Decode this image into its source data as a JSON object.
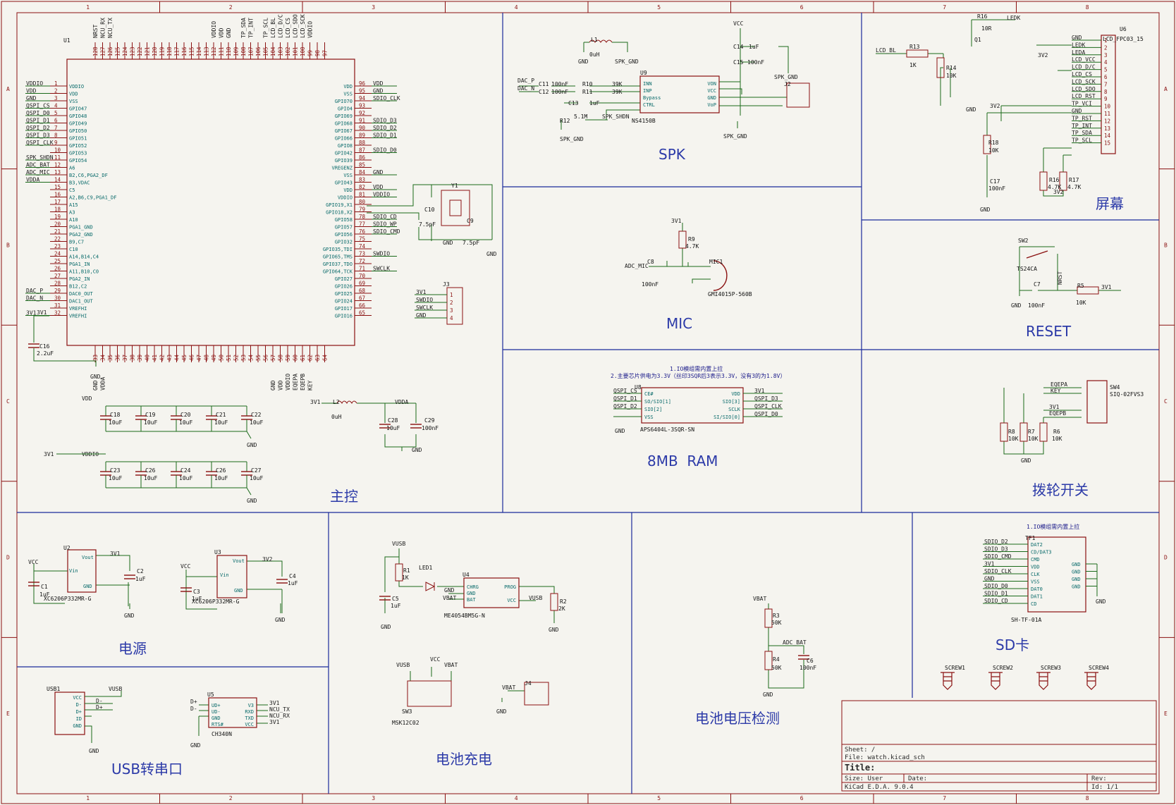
{
  "frame": {
    "cols": [
      "1",
      "2",
      "3",
      "4",
      "5",
      "6",
      "7",
      "8"
    ],
    "rows": [
      "A",
      "B",
      "C",
      "D",
      "E"
    ]
  },
  "sections": {
    "main": "主控",
    "spk": "SPK",
    "screen": "屏幕",
    "mic": "MIC",
    "reset": "RESET",
    "ram": "8MB  RAM",
    "wheel": "拨轮开关",
    "power": "电源",
    "usb": "USB转串口",
    "charge": "电池充电",
    "vbat": "电池电压检测",
    "sd": "SD卡"
  },
  "mcu": {
    "ref": "U1",
    "left_nets": [
      "VDDIO",
      "VDD",
      "GND",
      "QSPI_CS",
      "QSPI_D0",
      "QSPI_D1",
      "QSPI_D2",
      "QSPI_D3",
      "QSPI_CLK",
      "",
      "SPK_SHDN",
      "ADC_BAT",
      "ADC_MIC",
      "VDDA",
      "",
      "",
      "",
      "",
      "",
      "",
      "",
      "",
      "",
      "",
      "",
      "",
      "",
      "",
      "DAC_P",
      "DAC_N",
      "",
      "3V1"
    ],
    "left_pins": [
      "VDDIO",
      "VDD",
      "VSS",
      "GPIO47",
      "GPIO48",
      "GPIO49",
      "GPIO50",
      "GPIO51",
      "GPIO52",
      "GPIO53",
      "GPIO54",
      "A6",
      "B2,C6,PGA2_DF",
      "B3,VDAC",
      "C5",
      "A2,B6,C9,PGA1_DF",
      "A15",
      "A3",
      "A10",
      "PGA1_GND",
      "PGA2_GND",
      "B9,C7",
      "C10",
      "A14,B14,C4",
      "PGA1_IN",
      "A11,B10,C0",
      "PGA2_IN",
      "B12,C2",
      "DAC0_OUT",
      "DAC1_OUT",
      "VREFHI",
      "VREFHI"
    ],
    "left_nums": [
      "1",
      "2",
      "3",
      "4",
      "5",
      "6",
      "7",
      "8",
      "9",
      "10",
      "11",
      "12",
      "13",
      "14",
      "15",
      "16",
      "17",
      "18",
      "19",
      "20",
      "21",
      "22",
      "23",
      "24",
      "25",
      "26",
      "27",
      "28",
      "29",
      "30",
      "31",
      "32"
    ],
    "right_pins": [
      "VDD",
      "VSS",
      "GPIO70",
      "GPIO4",
      "GPIO69",
      "GPIO68",
      "GPIO67",
      "GPIO66",
      "GPIO8",
      "GPIO42",
      "GPIO39",
      "VREGENZ",
      "VSS",
      "GPIO43",
      "VDD",
      "VDDIO",
      "GPIO19,X1",
      "GPIO18,X2",
      "GPIO58",
      "GPIO57",
      "GPIO56",
      "GPIO32",
      "GPIO35,TDI",
      "GPIO65,TMS",
      "GPIO37,TDO",
      "GPIO64,TCK",
      "GPIO27",
      "GPIO26",
      "GPIO25",
      "GPIO24",
      "GPIO17",
      "GPIO16"
    ],
    "right_nums": [
      "96",
      "95",
      "94",
      "93",
      "92",
      "91",
      "90",
      "89",
      "88",
      "87",
      "86",
      "85",
      "84",
      "83",
      "82",
      "81",
      "80",
      "79",
      "78",
      "77",
      "76",
      "75",
      "74",
      "73",
      "72",
      "71",
      "70",
      "69",
      "68",
      "67",
      "66",
      "65"
    ],
    "right_nets": [
      "VDD",
      "GND",
      "SDIO_CLK",
      "",
      "",
      "SDIO_D3",
      "SDIO_D2",
      "SDIO_D1",
      "",
      "SDIO_D0",
      "",
      "",
      "GND",
      "",
      "VDD",
      "VDDIO",
      "",
      "",
      "SDIO_CD",
      "SDIO_WP",
      "SDIO_CMD",
      "",
      "",
      "SWDIO",
      "",
      "SWCLK",
      "",
      "",
      "",
      "",
      "",
      ""
    ],
    "top_nums": [
      "128",
      "127",
      "126",
      "125",
      "124",
      "123",
      "122",
      "121",
      "120",
      "119",
      "118",
      "117",
      "116",
      "115",
      "114",
      "113",
      "112",
      "111",
      "110",
      "109",
      "108",
      "107",
      "106",
      "105",
      "104",
      "103",
      "102",
      "101",
      "100",
      "99",
      "98",
      "97"
    ],
    "top_nets": [
      "NRST",
      "NCU_RX",
      "NCU_TX",
      "",
      "",
      "",
      "",
      "",
      "",
      "",
      "",
      "",
      "",
      "",
      "",
      "",
      "VDDIO",
      "VDD",
      "GND",
      "",
      "TP_SDA",
      "TP_INT",
      "",
      "TP_SCL",
      "LCD_BL",
      "LCD_D/C",
      "LCD_CS",
      "LCD_SDO",
      "LCD_SCK",
      "VDDIO",
      "",
      ""
    ],
    "bottom_nums": [
      "33",
      "34",
      "35",
      "36",
      "37",
      "38",
      "39",
      "40",
      "41",
      "42",
      "43",
      "44",
      "45",
      "46",
      "47",
      "48",
      "49",
      "50",
      "51",
      "52",
      "53",
      "54",
      "55",
      "56",
      "57",
      "58",
      "59",
      "60",
      "61",
      "62",
      "63",
      "64"
    ],
    "bottom_nets": [
      "GND",
      "VDDA",
      "",
      "",
      "",
      "",
      "",
      "",
      "",
      "",
      "",
      "",
      "",
      "",
      "",
      "",
      "",
      "",
      "",
      "",
      "",
      "",
      "",
      "",
      "GND",
      "VDD",
      "VDDIO",
      "EQEPA",
      "EQEPB",
      "KEY",
      "",
      ""
    ]
  },
  "decoupling": {
    "row1_net": "VDD",
    "row1": [
      "C18",
      "C19",
      "C20",
      "C21",
      "C22"
    ],
    "row1_val": "10uF",
    "row2_net": "VDDIO",
    "row2_src": "3V1",
    "row2": [
      "C23",
      "C26",
      "C24",
      "C26",
      "C27"
    ],
    "row2_val": "10uF",
    "gnd": "GND"
  },
  "vdda": {
    "l": "L2",
    "l_val": "0uH",
    "in": "3V1",
    "out": "VDDA",
    "c1": "C28",
    "c1_val": "10uF",
    "c2": "C29",
    "c2_val": "100nF",
    "gnd": "GND"
  },
  "c16": {
    "ref": "C16",
    "val": "2.2uF",
    "gnd": "GND",
    "net": "3V1"
  },
  "xtal": {
    "ref": "Y1",
    "c1": "C10",
    "c1_val": "7.5pF",
    "c2": "C9",
    "c2_val": "7.5pF",
    "gnd": "GND"
  },
  "swd": {
    "ref": "J3",
    "nets": [
      "3V1",
      "SWDIO",
      "SWCLK",
      "GND"
    ],
    "pins": [
      "1",
      "2",
      "3",
      "4"
    ]
  },
  "spk": {
    "l": "L1",
    "l_val": "0uH",
    "gnd": "GND",
    "spk_gnd": "SPK_GND",
    "vcc": "VCC",
    "c14": "C14",
    "c14_val": "1uF",
    "c15": "C15",
    "c15_val": "100nF",
    "dac_p": "DAC_P",
    "dac_n": "DAC_N",
    "c11": "C11",
    "c11_val": "100nF",
    "c12": "C12",
    "c12_val": "100nF",
    "r10": "R10",
    "r10_val": "39K",
    "r11": "R11",
    "r11_val": "39K",
    "c13": "C13",
    "c13_val": "1uF",
    "r12": "R12",
    "r12_val": "5.1M",
    "shdn": "SPK_SHDN",
    "u": "U9",
    "u_val": "NS4150B",
    "pins_l": [
      "INN",
      "INP",
      "Bypass",
      "CTRL"
    ],
    "pins_r": [
      "VON",
      "VCC",
      "GND",
      "VoP"
    ],
    "j": "J2"
  },
  "mic": {
    "net": "3V1",
    "r": "R9",
    "r_val": "4.7K",
    "adc": "ADC_MIC",
    "c": "C8",
    "c_val": "100nF",
    "ref": "MIC1",
    "val": "GMI4015P-560B"
  },
  "ram": {
    "note1": "1.IO模组需内置上拉",
    "note2": "2.主要芯片供电为3.3V（丝印3SQR后3表示3.3V，没有3的为1.8V）",
    "ref": "U8",
    "val": "APS6404L-3SQR-SN",
    "left_nets": [
      "QSPI_CS",
      "QSPI_D1",
      "QSPI_D2",
      "GND"
    ],
    "left_pins": [
      "CE#",
      "SO/SIO[1]",
      "SIO[2]",
      "VSS"
    ],
    "right_nets": [
      "3V1",
      "QSPI_D3",
      "QSPI_CLK",
      "QSPI_D0"
    ],
    "right_pins": [
      "VDD",
      "SIO[3]",
      "SCLK",
      "SI/SIO[0]"
    ]
  },
  "screen": {
    "r16": "R16",
    "r16_val": "10R",
    "ledk": "LEDK",
    "q": "Q1",
    "lcd_bl": "LCD_BL",
    "r13": "R13",
    "r13_val": "1K",
    "r14": "R14",
    "r14_val": "10K",
    "gnd": "GND",
    "r18": "R18",
    "r18_val": "10K",
    "c17": "C17",
    "c17_val": "100nF",
    "r16b": "R16",
    "r16b_val": "4.7K",
    "r17": "R17",
    "r17_val": "4.7K",
    "v": "3V2",
    "conn": "U6",
    "conn_val": "LCD_FPC03_15",
    "pins": [
      "GND",
      "LEDK",
      "LEDA",
      "LCD_VCC",
      "LCD_D/C",
      "LCD_CS",
      "LCD_SCK",
      "LCD_SDO",
      "LCD_RST",
      "TP_VCI",
      "GND",
      "TP_RST",
      "TP_INT",
      "TP_SDA",
      "TP_SCL"
    ]
  },
  "reset": {
    "sw": "SW2",
    "sw_val": "TS24CA",
    "c": "C7",
    "c_val": "100nF",
    "r": "R5",
    "r_val": "10K",
    "net": "3V1",
    "nrst": "NRST",
    "gnd": "GND"
  },
  "wheel": {
    "ref": "SW4",
    "val": "SIQ-02FVS3",
    "nets": [
      "EQEPA",
      "KEY",
      "3V1",
      "EQEPB"
    ],
    "r8": "R8",
    "r7": "R7",
    "r6": "R6",
    "rval": "10K",
    "gnd": "GND"
  },
  "power": {
    "u2": "U2",
    "u3": "U3",
    "part": "XC6206P332MR-G",
    "vcc": "VCC",
    "out1": "3V1",
    "out2": "3V2",
    "c1": "C1",
    "c2": "C2",
    "c3": "C3",
    "c4": "C4",
    "cval": "1uF",
    "vin": "Vin",
    "vout": "Vout",
    "gnd": "GND"
  },
  "usb": {
    "ref": "USB1",
    "vusb": "VUSB",
    "pins": [
      "VCC",
      "D-",
      "D+",
      "ID",
      "GND"
    ],
    "u5": "U5",
    "u5_val": "CH340N",
    "u5_left": [
      "UD+",
      "UD-",
      "GND",
      "RTS#"
    ],
    "u5_right": [
      "V3",
      "RXD",
      "TXD",
      "VCC"
    ],
    "nets_r": [
      "3V1",
      "NCU_TX",
      "NCU_RX",
      "3V1"
    ],
    "dp": "D+",
    "dm": "D-",
    "gnd": "GND"
  },
  "charge": {
    "vusb": "VUSB",
    "r1": "R1",
    "r1_val": "1K",
    "led": "LED1",
    "c5": "C5",
    "c5_val": "1uF",
    "u": "U4",
    "u_val": "ME4054BM5G-N",
    "pins_l": [
      "CHRG",
      "GND",
      "BAT"
    ],
    "pins_r": [
      "PROG",
      "VCC"
    ],
    "vbat": "VBAT",
    "r2": "R2",
    "r2_val": "2K",
    "gnd": "GND",
    "sw": "SW3",
    "sw_val": "MSK12C02",
    "vcc": "VCC",
    "j": "J4"
  },
  "vbat": {
    "net": "VBAT",
    "r3": "R3",
    "r3_val": "50K",
    "r4": "R4",
    "r4_val": "50K",
    "adc": "ADC_BAT",
    "c6": "C6",
    "c6_val": "100nF",
    "gnd": "GND"
  },
  "sd": {
    "note": "1.IO模组需内置上拉",
    "ref": "TF1",
    "val": "SH-TF-01A",
    "nets": [
      "SDIO_D2",
      "SDIO_D3",
      "SDIO_CMD",
      "3V1",
      "SDIO_CLK",
      "GND",
      "SDIO_D0",
      "SDIO_D1",
      "SDIO_CD"
    ],
    "pins": [
      "DAT2",
      "CD/DAT3",
      "CMD",
      "VDD",
      "CLK",
      "VSS",
      "DAT0",
      "DAT1",
      "CD"
    ],
    "gnd": "GND",
    "screws": [
      "SCREW1",
      "SCREW2",
      "SCREW3",
      "SCREW4"
    ]
  },
  "titleblock": {
    "sheet": "Sheet: /",
    "file": "File: watch.kicad_sch",
    "title": "Title:",
    "size": "Size: User",
    "date": "Date:",
    "rev": "Rev:",
    "tool": "KiCad E.D.A. 9.0.4",
    "id": "Id: 1/1"
  }
}
